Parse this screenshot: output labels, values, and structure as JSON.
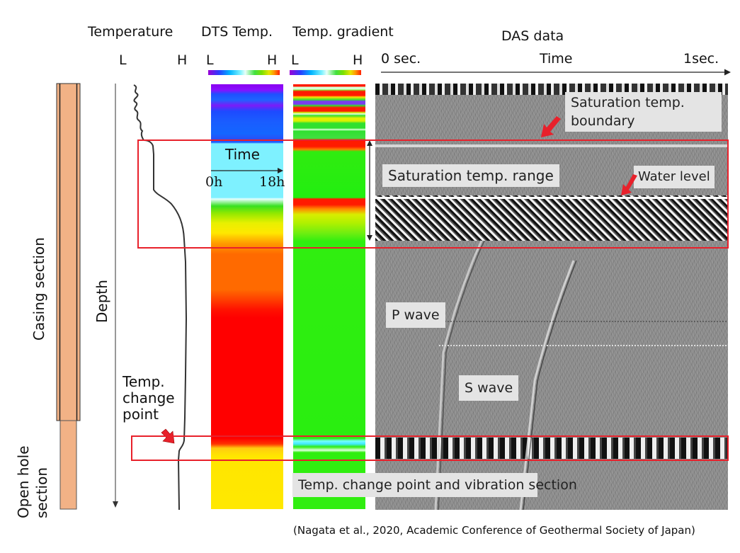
{
  "headers": {
    "temperature": "Temperature",
    "dts_temp": "DTS Temp.",
    "temp_gradient": "Temp. gradient",
    "das_data": "DAS data"
  },
  "scale_labels": {
    "temperature_low": "L",
    "temperature_high": "H",
    "dts_low": "L",
    "dts_high": "H",
    "gradient_low": "L",
    "gradient_high": "H"
  },
  "das_axis": {
    "start": "0 sec.",
    "label": "Time",
    "end": "1sec."
  },
  "side_labels": {
    "casing_section": "Casing section",
    "open_hole_line1": "Open hole",
    "open_hole_line2": "section",
    "depth": "Depth"
  },
  "dts_inset": {
    "title": "Time",
    "start": "0h",
    "end": "18h"
  },
  "annotations": {
    "saturation_boundary_line1": "Saturation temp.",
    "saturation_boundary_line2": "boundary",
    "saturation_range": "Saturation temp. range",
    "water_level": "Water level",
    "p_wave": "P wave",
    "s_wave": "S wave",
    "change_point_line1": "Temp.",
    "change_point_line2": "change",
    "change_point_line3": "point",
    "change_point_vibration": "Temp. change point and vibration section"
  },
  "citation": "(Nagata et al., 2020, Academic Conference of Geothermal Society of Japan)",
  "colors": {
    "casing_fill": "#f2b286",
    "highlight_red": "#e8212b",
    "label_bg": "#e4e4e4",
    "das_gray": "#8f8f8f"
  }
}
